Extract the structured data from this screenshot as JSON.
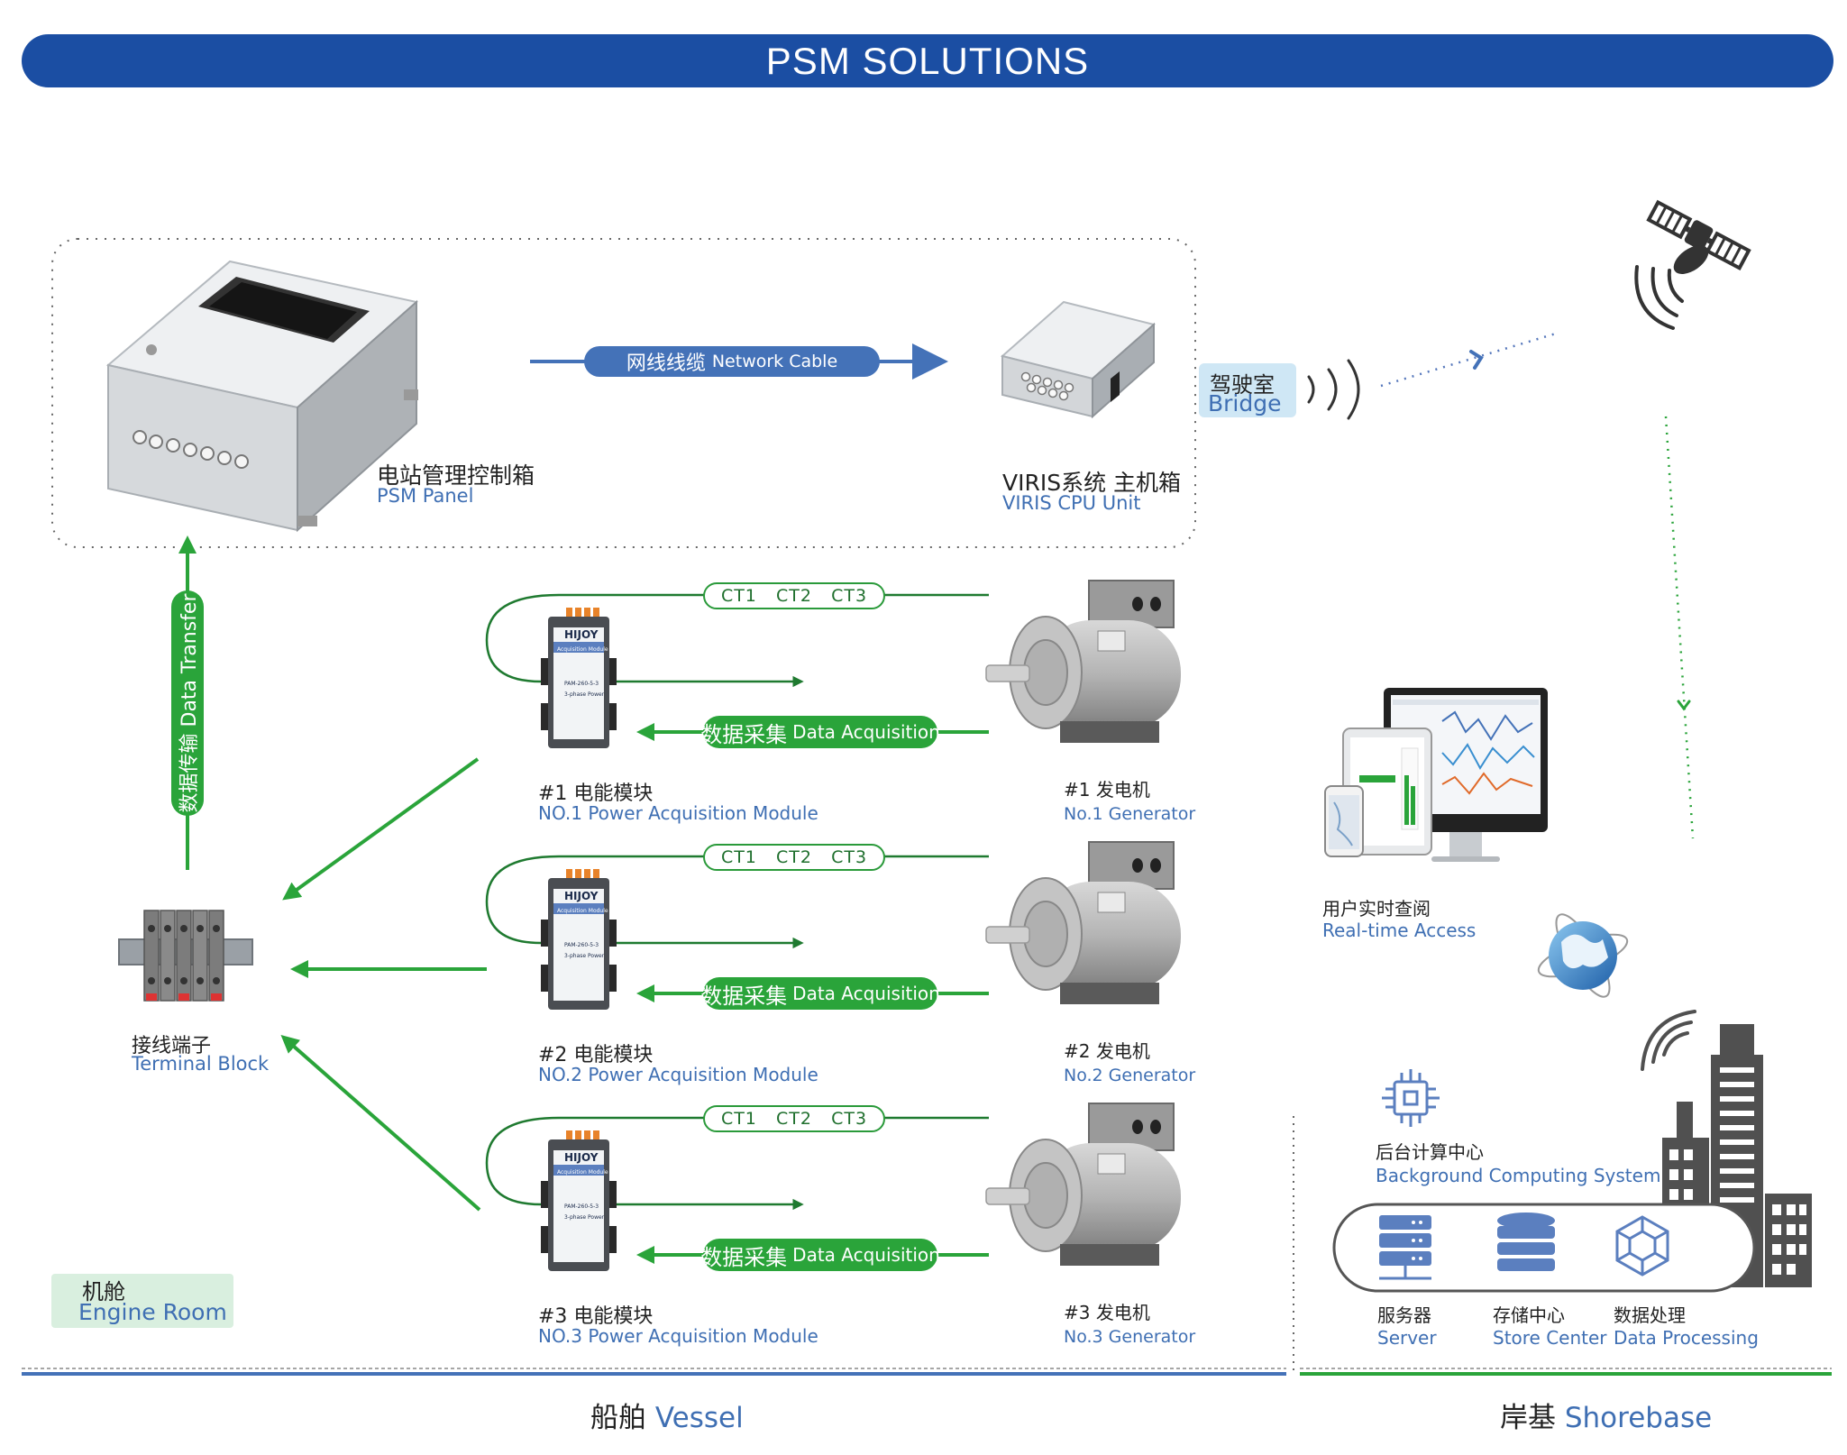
{
  "header": {
    "title": "PSM SOLUTIONS"
  },
  "network_cable": {
    "zh": "网线线缆",
    "en": "Network Cable"
  },
  "psm_panel": {
    "zh": "电站管理控制箱",
    "en": "PSM Panel"
  },
  "viris_cpu": {
    "zh": "VIRIS系统 主机箱",
    "en": "VIRIS CPU Unit"
  },
  "bridge": {
    "zh": "驾驶室",
    "en": "Bridge"
  },
  "data_transfer": "数据传输 Data Transfer",
  "terminal_block": {
    "zh": "接线端子",
    "en": "Terminal Block"
  },
  "engine_room": {
    "zh": "机舱",
    "en": "Engine Room"
  },
  "ct_label": "CT1 CT2 CT3",
  "acquisition": {
    "zh": "数据采集",
    "en": "Data Acquisition"
  },
  "device_brand": "HIJOY",
  "device_subtitle": "Acquisition Module",
  "device_model": "PAM-260-5-3",
  "device_desc": "3-phase Power",
  "modules": [
    {
      "zh": "#1 电能模块",
      "en": "NO.1 Power Acquisition Module"
    },
    {
      "zh": "#2 电能模块",
      "en": "NO.2 Power Acquisition Module"
    },
    {
      "zh": "#3 电能模块",
      "en": "NO.3 Power Acquisition Module"
    }
  ],
  "generators": [
    {
      "zh": "#1 发电机",
      "en": "No.1 Generator"
    },
    {
      "zh": "#2 发电机",
      "en": "No.2 Generator"
    },
    {
      "zh": "#3 发电机",
      "en": "No.3 Generator"
    }
  ],
  "realtime": {
    "zh": "用户实时查阅",
    "en": "Real-time Access"
  },
  "background": {
    "zh": "后台计算中心",
    "en": "Background Computing System"
  },
  "server": {
    "zh": "服务器",
    "en": "Server"
  },
  "store": {
    "zh": "存储中心",
    "en": "Store Center"
  },
  "processing": {
    "zh": "数据处理",
    "en": "Data Processing"
  },
  "vessel": {
    "zh": "船舶",
    "en": "Vessel"
  },
  "shorebase": {
    "zh": "岸基",
    "en": "Shorebase"
  },
  "colors": {
    "title_blue": "#1b4ea3",
    "accent_blue": "#4472b8",
    "green": "#2aa43a",
    "text_blue": "#3f6fb3"
  }
}
